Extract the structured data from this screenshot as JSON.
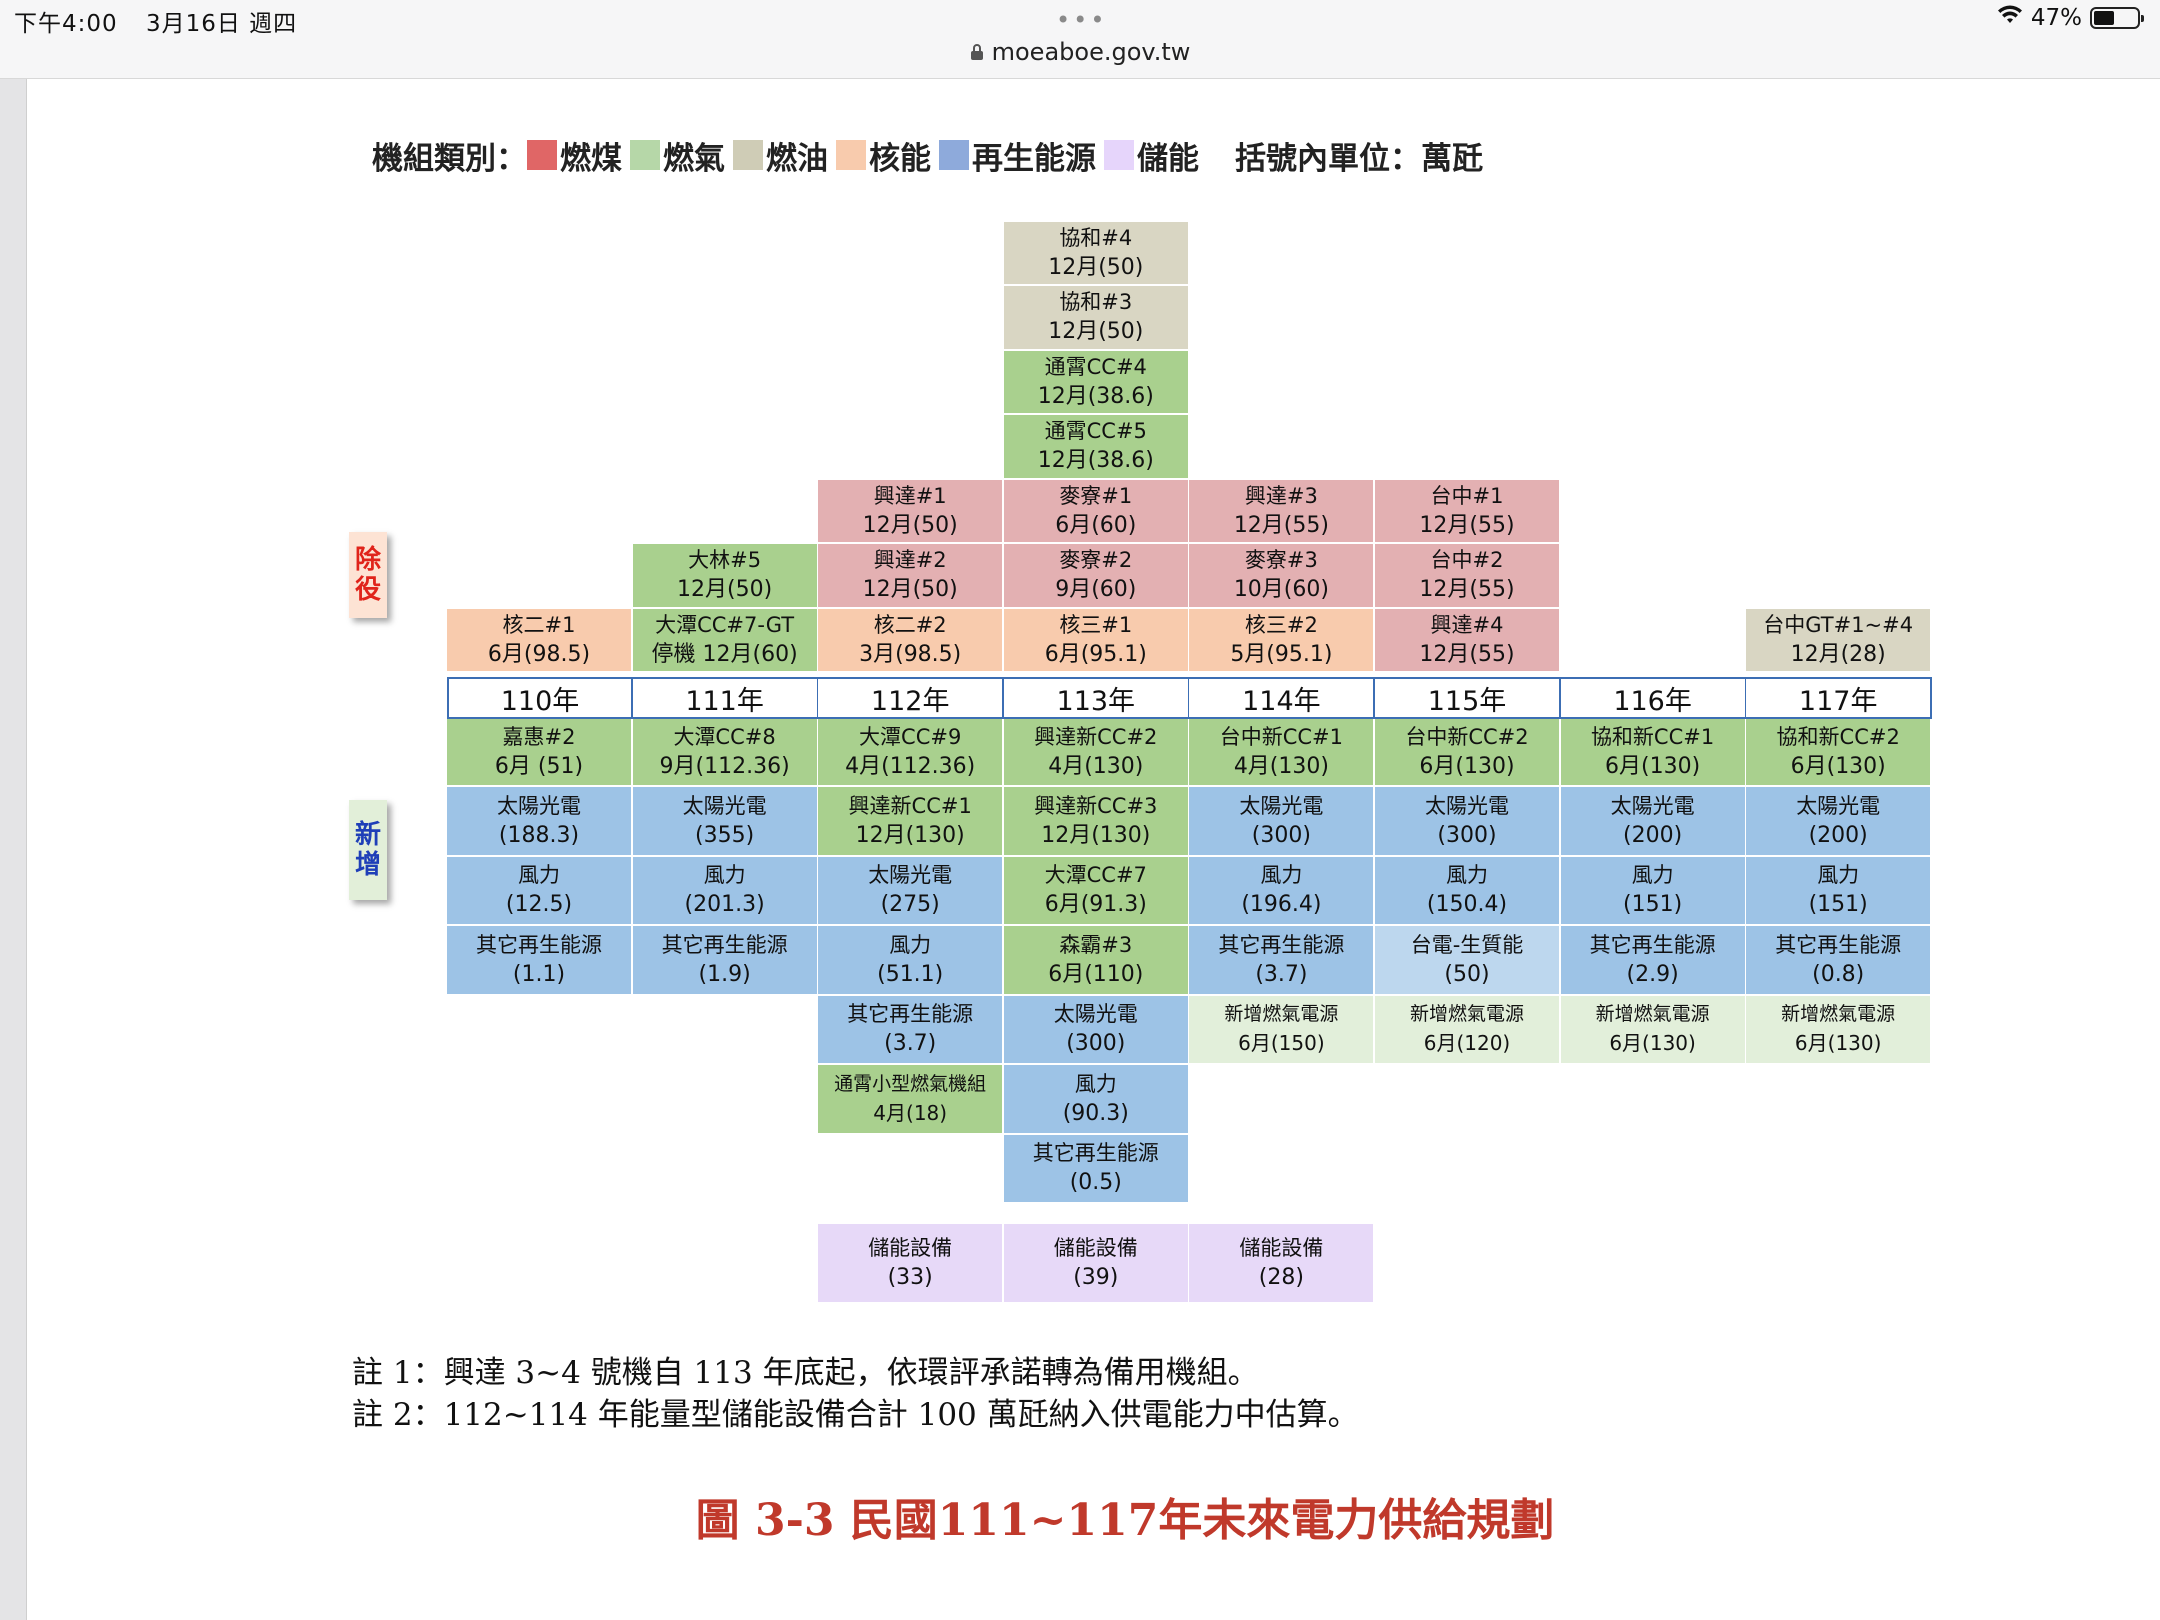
{
  "status_bar": {
    "time": "下午4:00",
    "date": "3月16日 週四",
    "battery_percent": "47%",
    "battery_level": 0.47,
    "url": "moeaboe.gov.tw"
  },
  "legend": {
    "title": "機組類別：",
    "items": [
      {
        "label": "燃煤",
        "color": "#e06666"
      },
      {
        "label": "燃氣",
        "color": "#b6d7a8"
      },
      {
        "label": "燃油",
        "color": "#cfccb6"
      },
      {
        "label": "核能",
        "color": "#f8cbad"
      },
      {
        "label": "再生能源",
        "color": "#8eaadb"
      },
      {
        "label": "儲能",
        "color": "#e6d5fb"
      }
    ],
    "unit_note": "括號內單位：萬瓩"
  },
  "side_labels": {
    "retire": "除役",
    "add": "新增"
  },
  "years": [
    "110年",
    "111年",
    "112年",
    "113年",
    "114年",
    "115年",
    "116年",
    "117年"
  ],
  "colors": {
    "coal": "#e3b0b2",
    "gas": "#a9d08e",
    "oil": "#d9d6c3",
    "nuclear": "#f8cbad",
    "renewable": "#9dc3e6",
    "renewable_light": "#bdd7ee",
    "gas_light": "#e2efda",
    "storage": "#e7d9f8",
    "year_border": "#3c6eb4",
    "caption": "#c0392b"
  },
  "retire": [
    [
      {
        "name": "核二#1",
        "detail": "6月(98.5)",
        "type": "nuclear"
      }
    ],
    [
      {
        "name": "大潭CC#7-GT",
        "detail": "停機 12月(60)",
        "type": "gas"
      },
      {
        "name": "大林#5",
        "detail": "12月(50)",
        "type": "gas"
      }
    ],
    [
      {
        "name": "核二#2",
        "detail": "3月(98.5)",
        "type": "nuclear"
      },
      {
        "name": "興達#2",
        "detail": "12月(50)",
        "type": "coal"
      },
      {
        "name": "興達#1",
        "detail": "12月(50)",
        "type": "coal"
      }
    ],
    [
      {
        "name": "核三#1",
        "detail": "6月(95.1)",
        "type": "nuclear"
      },
      {
        "name": "麥寮#2",
        "detail": "9月(60)",
        "type": "coal"
      },
      {
        "name": "麥寮#1",
        "detail": "6月(60)",
        "type": "coal"
      },
      {
        "name": "通霄CC#5",
        "detail": "12月(38.6)",
        "type": "gas"
      },
      {
        "name": "通霄CC#4",
        "detail": "12月(38.6)",
        "type": "gas"
      },
      {
        "name": "協和#3",
        "detail": "12月(50)",
        "type": "oil"
      },
      {
        "name": "協和#4",
        "detail": "12月(50)",
        "type": "oil"
      }
    ],
    [
      {
        "name": "核三#2",
        "detail": "5月(95.1)",
        "type": "nuclear"
      },
      {
        "name": "麥寮#3",
        "detail": "10月(60)",
        "type": "coal"
      },
      {
        "name": "興達#3",
        "detail": "12月(55)",
        "type": "coal"
      }
    ],
    [
      {
        "name": "興達#4",
        "detail": "12月(55)",
        "type": "coal"
      },
      {
        "name": "台中#2",
        "detail": "12月(55)",
        "type": "coal"
      },
      {
        "name": "台中#1",
        "detail": "12月(55)",
        "type": "coal"
      }
    ],
    [],
    [
      {
        "name": "台中GT#1~#4",
        "detail": "12月(28)",
        "type": "oil"
      }
    ]
  ],
  "add": [
    [
      {
        "name": "嘉惠#2",
        "detail": "6月 (51)",
        "type": "gas"
      },
      {
        "name": "太陽光電",
        "detail": "(188.3)",
        "type": "renewable"
      },
      {
        "name": "風力",
        "detail": "(12.5)",
        "type": "renewable"
      },
      {
        "name": "其它再生能源",
        "detail": "(1.1)",
        "type": "renewable"
      }
    ],
    [
      {
        "name": "大潭CC#8",
        "detail": "9月(112.36)",
        "type": "gas"
      },
      {
        "name": "太陽光電",
        "detail": "(355)",
        "type": "renewable"
      },
      {
        "name": "風力",
        "detail": "(201.3)",
        "type": "renewable"
      },
      {
        "name": "其它再生能源",
        "detail": "(1.9)",
        "type": "renewable"
      }
    ],
    [
      {
        "name": "大潭CC#9",
        "detail": "4月(112.36)",
        "type": "gas"
      },
      {
        "name": "興達新CC#1",
        "detail": "12月(130)",
        "type": "gas"
      },
      {
        "name": "太陽光電",
        "detail": "(275)",
        "type": "renewable"
      },
      {
        "name": "風力",
        "detail": "(51.1)",
        "type": "renewable"
      },
      {
        "name": "其它再生能源",
        "detail": "(3.7)",
        "type": "renewable"
      },
      {
        "name": "通霄小型燃氣機組",
        "detail": "4月(18)",
        "type": "gas",
        "small": true
      }
    ],
    [
      {
        "name": "興達新CC#2",
        "detail": "4月(130)",
        "type": "gas"
      },
      {
        "name": "興達新CC#3",
        "detail": "12月(130)",
        "type": "gas"
      },
      {
        "name": "大潭CC#7",
        "detail": "6月(91.3)",
        "type": "gas"
      },
      {
        "name": "森霸#3",
        "detail": "6月(110)",
        "type": "gas"
      },
      {
        "name": "太陽光電",
        "detail": "(300)",
        "type": "renewable"
      },
      {
        "name": "風力",
        "detail": "(90.3)",
        "type": "renewable"
      },
      {
        "name": "其它再生能源",
        "detail": "(0.5)",
        "type": "renewable"
      }
    ],
    [
      {
        "name": "台中新CC#1",
        "detail": "4月(130)",
        "type": "gas"
      },
      {
        "name": "太陽光電",
        "detail": "(300)",
        "type": "renewable"
      },
      {
        "name": "風力",
        "detail": "(196.4)",
        "type": "renewable"
      },
      {
        "name": "其它再生能源",
        "detail": "(3.7)",
        "type": "renewable"
      },
      {
        "name": "新增燃氣電源",
        "detail": "6月(150)",
        "type": "gas_light",
        "small": true
      }
    ],
    [
      {
        "name": "台中新CC#2",
        "detail": "6月(130)",
        "type": "gas"
      },
      {
        "name": "太陽光電",
        "detail": "(300)",
        "type": "renewable"
      },
      {
        "name": "風力",
        "detail": "(150.4)",
        "type": "renewable"
      },
      {
        "name": "台電-生質能",
        "detail": "(50)",
        "type": "renewable_light"
      },
      {
        "name": "新增燃氣電源",
        "detail": "6月(120)",
        "type": "gas_light",
        "small": true
      }
    ],
    [
      {
        "name": "協和新CC#1",
        "detail": "6月(130)",
        "type": "gas"
      },
      {
        "name": "太陽光電",
        "detail": "(200)",
        "type": "renewable"
      },
      {
        "name": "風力",
        "detail": "(151)",
        "type": "renewable"
      },
      {
        "name": "其它再生能源",
        "detail": "(2.9)",
        "type": "renewable"
      },
      {
        "name": "新增燃氣電源",
        "detail": "6月(130)",
        "type": "gas_light",
        "small": true
      }
    ],
    [
      {
        "name": "協和新CC#2",
        "detail": "6月(130)",
        "type": "gas"
      },
      {
        "name": "太陽光電",
        "detail": "(200)",
        "type": "renewable"
      },
      {
        "name": "風力",
        "detail": "(151)",
        "type": "renewable"
      },
      {
        "name": "其它再生能源",
        "detail": "(0.8)",
        "type": "renewable"
      },
      {
        "name": "新增燃氣電源",
        "detail": "6月(130)",
        "type": "gas_light",
        "small": true
      }
    ]
  ],
  "storage": [
    {
      "name": "儲能設備",
      "detail": "(33)"
    },
    {
      "name": "儲能設備",
      "detail": "(39)"
    },
    {
      "name": "儲能設備",
      "detail": "(28)"
    }
  ],
  "notes": [
    "註 1：興達 3~4 號機自 113 年底起，依環評承諾轉為備用機組。",
    "註 2：112~114 年能量型儲能設備合計 100 萬瓩納入供電能力中估算。"
  ],
  "caption": "圖 3-3  民國111~117年未來電力供給規劃"
}
